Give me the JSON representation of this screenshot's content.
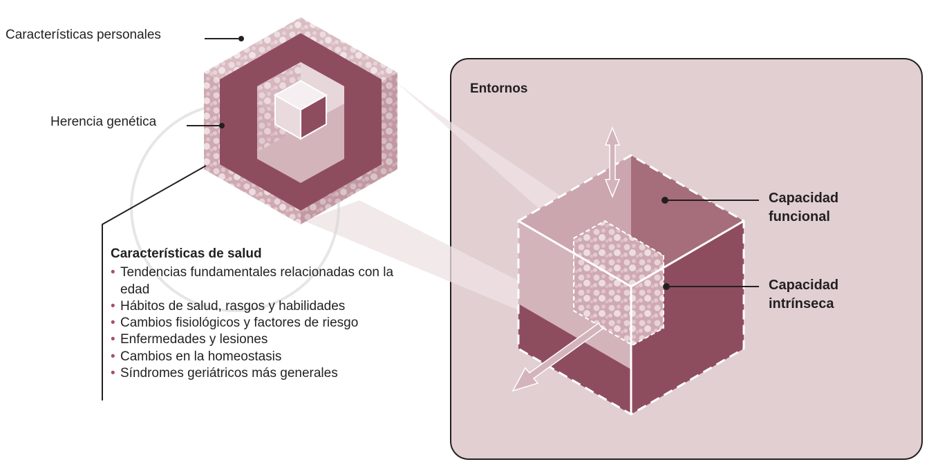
{
  "labels": {
    "personal": "Características personales",
    "genetic": "Herencia genética",
    "environment": "Entornos",
    "functional": "Capacidad funcional",
    "intrinsic": "Capacidad intrínseca"
  },
  "health": {
    "title": "Características de salud",
    "items": [
      "Tendencias fundamentales relacionadas con la edad",
      "Hábitos de salud, rasgos y habilidades",
      "Cambios fisiológicos y factores de riesgo",
      "Enfermedades y lesiones",
      "Cambios en la homeostasis",
      "Síndromes geriátricos más generales"
    ]
  },
  "colors": {
    "dark": "#8e4d5f",
    "medium": "#a66d7a",
    "light": "#d4b4bb",
    "panel": "#e1cfd2",
    "outline": "#231f20"
  }
}
